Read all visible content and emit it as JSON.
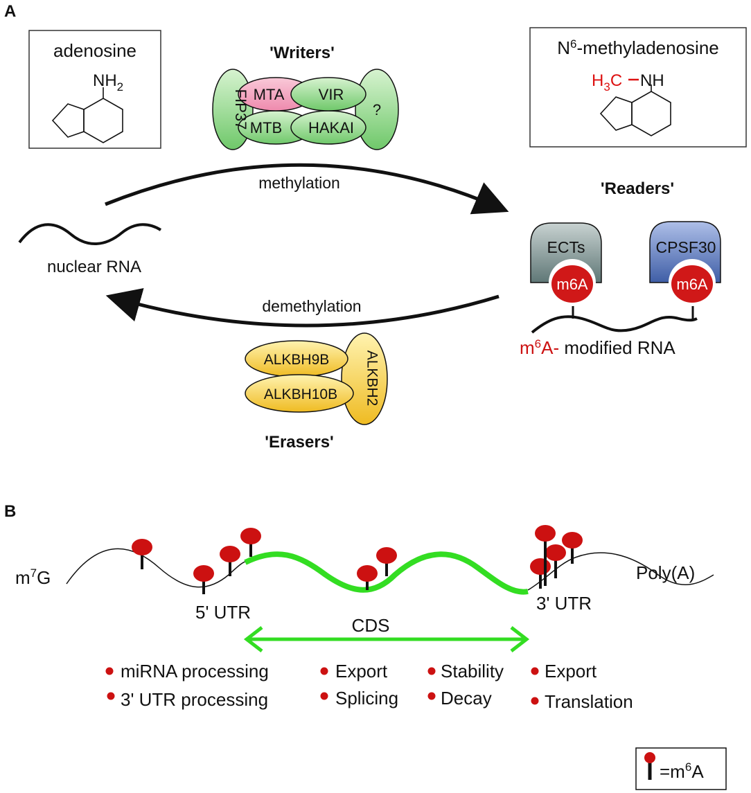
{
  "panels": {
    "a": "A",
    "b": "B"
  },
  "colors": {
    "red": "#cc1111",
    "green_curve": "#33dd22",
    "writer_green": "#7fd17a",
    "mta_pink": "#f08db0",
    "eraser_yellow": "#f2c228",
    "ects_gray": "#6d8483",
    "cpsf_blue": "#4a67b0"
  },
  "panelA": {
    "adenosine_box": {
      "title": "adenosine",
      "group": "NH",
      "group_sub": "2"
    },
    "m6a_box": {
      "title_prefix": "N",
      "title_sup": "6",
      "title_suffix": "-methyladenosine",
      "methyl": "H",
      "methyl_sub": "3",
      "methyl_c": "C",
      "nh": "NH"
    },
    "writers": {
      "title": "'Writers'",
      "proteins": [
        "FIP37",
        "MTA",
        "VIR",
        "MTB",
        "HAKAI",
        "?"
      ]
    },
    "methylation_label": "methylation",
    "demethylation_label": "demethylation",
    "nuclear_rna_label": "nuclear RNA",
    "readers": {
      "title": "'Readers'",
      "proteins": [
        "ECTs",
        "CPSF30"
      ],
      "mark": "m6A"
    },
    "modified_rna": {
      "red_prefix": "m",
      "red_sup": "6",
      "red_suffix": "A-",
      "rest": " modified RNA"
    },
    "erasers": {
      "title": "'Erasers'",
      "proteins": [
        "ALKBH9B",
        "ALKBH10B",
        "ALKBH2"
      ]
    }
  },
  "panelB": {
    "cap": {
      "main": "m",
      "sup": "7",
      "rest": "G"
    },
    "polya": "Poly(A)",
    "utr5": "5' UTR",
    "utr3": "3' UTR",
    "cds": "CDS",
    "functions": [
      [
        "miRNA processing",
        "3' UTR processing"
      ],
      [
        "Export",
        "Splicing"
      ],
      [
        "Stability",
        "Decay"
      ],
      [
        "Export",
        "Translation"
      ]
    ],
    "legend": {
      "prefix": "=m",
      "sup": "6",
      "suffix": "A"
    }
  }
}
